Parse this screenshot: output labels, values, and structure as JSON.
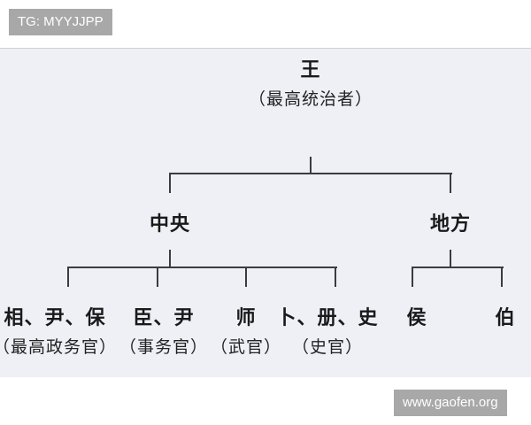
{
  "watermarks": {
    "top_left": "TG: MYYJJPP",
    "bottom_right": "www.gaofen.org"
  },
  "diagram": {
    "root": {
      "title": "王",
      "subtitle": "（最高统治者）"
    },
    "level2": [
      {
        "title": "中央"
      },
      {
        "title": "地方"
      }
    ],
    "central_children": [
      {
        "title": "相、尹、保",
        "subtitle": "（最高政务官）"
      },
      {
        "title": "臣、尹",
        "subtitle": "（事务官）"
      },
      {
        "title": "师",
        "subtitle": "（武官）"
      },
      {
        "title": "卜、册、史",
        "subtitle": "（史官）"
      }
    ],
    "local_children": [
      {
        "title": "侯"
      },
      {
        "title": "伯"
      }
    ]
  },
  "colors": {
    "panel_background": "#eef0f6",
    "line": "#3b3b40",
    "text": "#1a1a1a",
    "watermark_bg": "#a8a8a8"
  }
}
